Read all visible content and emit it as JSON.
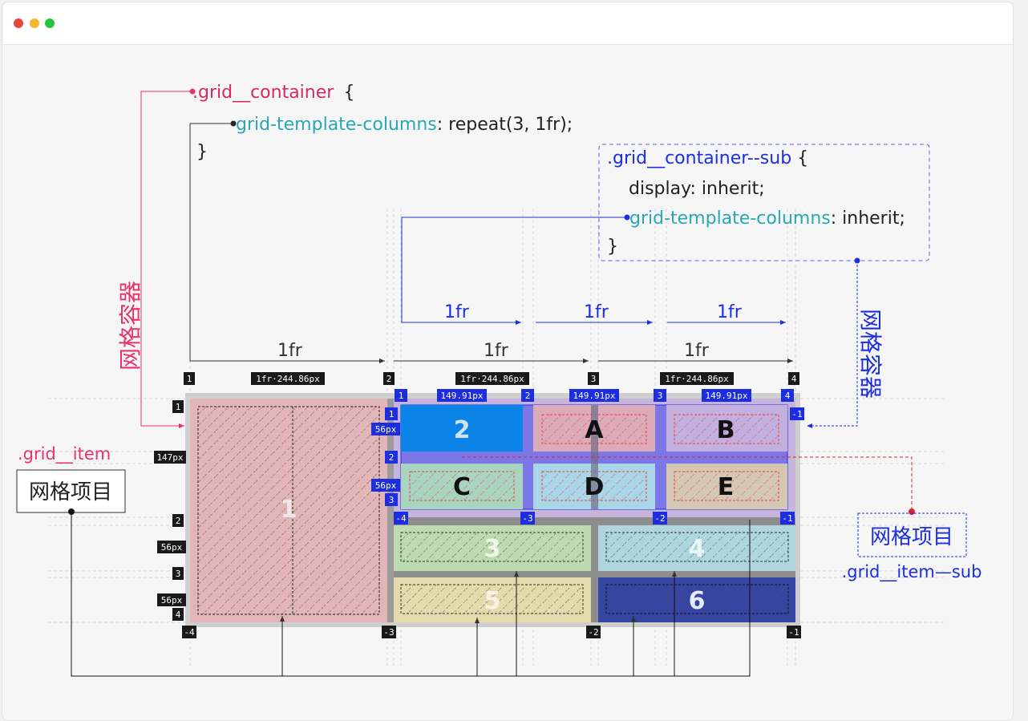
{
  "window": {
    "controls": [
      "close",
      "minimize",
      "maximize"
    ],
    "colors": {
      "close": "#e8473b",
      "minimize": "#f5b52c",
      "maximize": "#2ac340"
    }
  },
  "code_main": {
    "selector": ".grid__container",
    "brace_open": "{",
    "property": "grid-template-columns",
    "colon": ":",
    "value": " repeat(3, 1fr);",
    "brace_close": "}"
  },
  "code_sub": {
    "selector": ".grid__container--sub",
    "brace_open": " {",
    "line1": "display: inherit;",
    "property": "grid-template-columns",
    "value": ": inherit;",
    "brace_close": "}"
  },
  "labels": {
    "container_main": "网格容器",
    "container_sub": "网格容器",
    "item_class": ".grid__item",
    "item_box": "网格项目",
    "item_sub_box": "网格项目",
    "item_sub_class": ".grid__item—sub",
    "fr": "1fr"
  },
  "grid": {
    "column_size_label": "1fr·244.86px",
    "row_sizes": [
      "147px",
      "56px",
      "56px"
    ],
    "line_numbers_top": [
      "1",
      "2",
      "3",
      "4"
    ],
    "line_numbers_bottom": [
      "-4",
      "-3",
      "-2",
      "-1"
    ],
    "line_numbers_left": [
      "1",
      "2",
      "3",
      "4"
    ],
    "items": [
      "1",
      "2",
      "3",
      "4",
      "5",
      "6"
    ]
  },
  "subgrid": {
    "column_size_label": "149.91px",
    "row_size_label": "56px",
    "line_numbers_top": [
      "1",
      "2",
      "3",
      "4"
    ],
    "line_numbers_bottom": [
      "-4",
      "-3",
      "-2",
      "-1"
    ],
    "line_numbers_left": [
      "1",
      "2",
      "3"
    ],
    "line_right": "-1",
    "items": [
      "A",
      "B",
      "C",
      "D",
      "E"
    ]
  },
  "colors": {
    "pink": "#e8336a",
    "teal": "#2aa6b8",
    "blue": "#1d2ee0",
    "item1": "#e2b6b6",
    "item2": "#0b84e8",
    "item3": "#bcdcb0",
    "item4": "#aed6de",
    "item5": "#e5daab",
    "item6": "#3645a2",
    "sub": "#c7b4dc"
  }
}
